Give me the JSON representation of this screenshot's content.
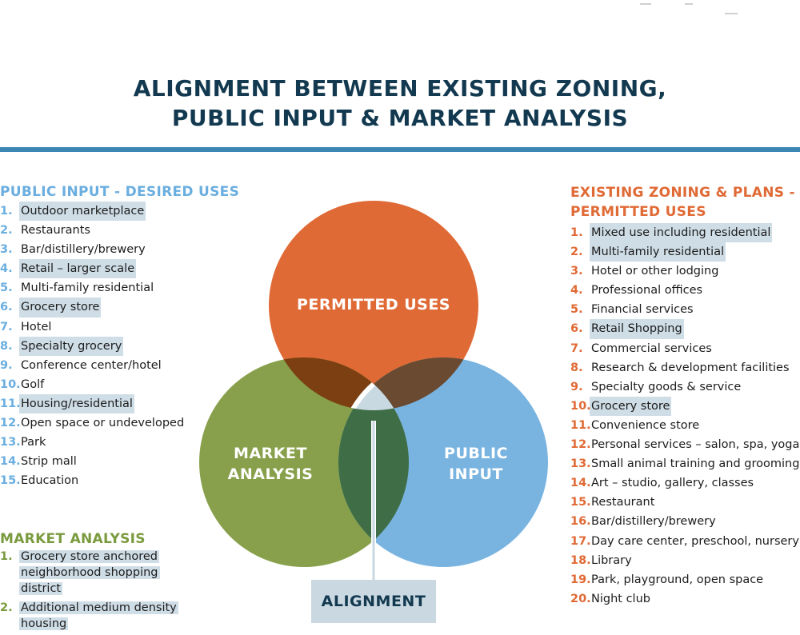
{
  "title": {
    "line1": "ALIGNMENT BETWEEN EXISTING ZONING,",
    "line2": "PUBLIC INPUT & MARKET ANALYSIS"
  },
  "colors": {
    "title": "#12394f",
    "rule": "#3b86b3",
    "public": "#6aaee0",
    "market": "#7a9a3e",
    "zoning": "#e06a35",
    "highlight": "#cfdde6",
    "alignment": "#cad8e1"
  },
  "public_input": {
    "heading": "PUBLIC INPUT - DESIRED USES",
    "items": [
      {
        "num": "1.",
        "text": "Outdoor marketplace",
        "highlight": true
      },
      {
        "num": "2.",
        "text": "Restaurants",
        "highlight": false
      },
      {
        "num": "3.",
        "text": "Bar/distillery/brewery",
        "highlight": false
      },
      {
        "num": "4.",
        "text": "Retail – larger scale",
        "highlight": true
      },
      {
        "num": "5.",
        "text": "Multi-family residential",
        "highlight": false
      },
      {
        "num": "6.",
        "text": "Grocery store",
        "highlight": true
      },
      {
        "num": "7.",
        "text": "Hotel",
        "highlight": false
      },
      {
        "num": "8.",
        "text": "Specialty grocery",
        "highlight": true
      },
      {
        "num": "9.",
        "text": "Conference center/hotel",
        "highlight": false
      },
      {
        "num": "10.",
        "text": "Golf",
        "highlight": false
      },
      {
        "num": "11.",
        "text": "Housing/residential",
        "highlight": true
      },
      {
        "num": "12.",
        "text": "Open space or undeveloped",
        "highlight": false
      },
      {
        "num": "13.",
        "text": "Park",
        "highlight": false
      },
      {
        "num": "14.",
        "text": "Strip mall",
        "highlight": false
      },
      {
        "num": "15.",
        "text": "Education",
        "highlight": false
      }
    ]
  },
  "market_analysis": {
    "heading": "MARKET ANALYSIS",
    "items": [
      {
        "num": "1.",
        "text": "Grocery store anchored neighborhood shopping district",
        "highlight": true
      },
      {
        "num": "2.",
        "text": "Additional medium density housing",
        "highlight": true
      }
    ]
  },
  "existing_zoning": {
    "heading_line1": "EXISTING ZONING & PLANS -",
    "heading_line2": "PERMITTED USES",
    "items": [
      {
        "num": "1.",
        "text": "Mixed use including residential",
        "highlight": true
      },
      {
        "num": "2.",
        "text": "Multi-family residential",
        "highlight": true
      },
      {
        "num": "3.",
        "text": "Hotel or other lodging",
        "highlight": false
      },
      {
        "num": "4.",
        "text": "Professional offices",
        "highlight": false
      },
      {
        "num": "5.",
        "text": "Financial services",
        "highlight": false
      },
      {
        "num": "6.",
        "text": "Retail Shopping",
        "highlight": true
      },
      {
        "num": "7.",
        "text": "Commercial services",
        "highlight": false
      },
      {
        "num": "8.",
        "text": "Research & development facilities",
        "highlight": false
      },
      {
        "num": "9.",
        "text": "Specialty goods & service",
        "highlight": false
      },
      {
        "num": "10.",
        "text": "Grocery store",
        "highlight": true
      },
      {
        "num": "11.",
        "text": "Convenience store",
        "highlight": false
      },
      {
        "num": "12.",
        "text": "Personal services – salon, spa, yoga",
        "highlight": false
      },
      {
        "num": "13.",
        "text": "Small animal training and grooming",
        "highlight": false
      },
      {
        "num": "14.",
        "text": "Art – studio, gallery, classes",
        "highlight": false
      },
      {
        "num": "15.",
        "text": "Restaurant",
        "highlight": false
      },
      {
        "num": "16.",
        "text": "Bar/distillery/brewery",
        "highlight": false
      },
      {
        "num": "17.",
        "text": "Day care center, preschool, nursery",
        "highlight": false
      },
      {
        "num": "18.",
        "text": "Library",
        "highlight": false
      },
      {
        "num": "19.",
        "text": "Park, playground, open space",
        "highlight": false
      },
      {
        "num": "20.",
        "text": "Night club",
        "highlight": false
      }
    ]
  },
  "venn": {
    "permitted_label": "PERMITTED USES",
    "market_label_line1": "MARKET",
    "market_label_line2": "ANALYSIS",
    "public_label_line1": "PUBLIC",
    "public_label_line2": "INPUT",
    "alignment_label": "ALIGNMENT",
    "colors": {
      "permitted": "#e06a35",
      "market": "#88a04b",
      "public": "#79b4e0",
      "permitted_market": "#7b3f11",
      "permitted_public": "#6a4a30",
      "market_public": "#3f6e46",
      "center": "#c9d9e2"
    }
  }
}
